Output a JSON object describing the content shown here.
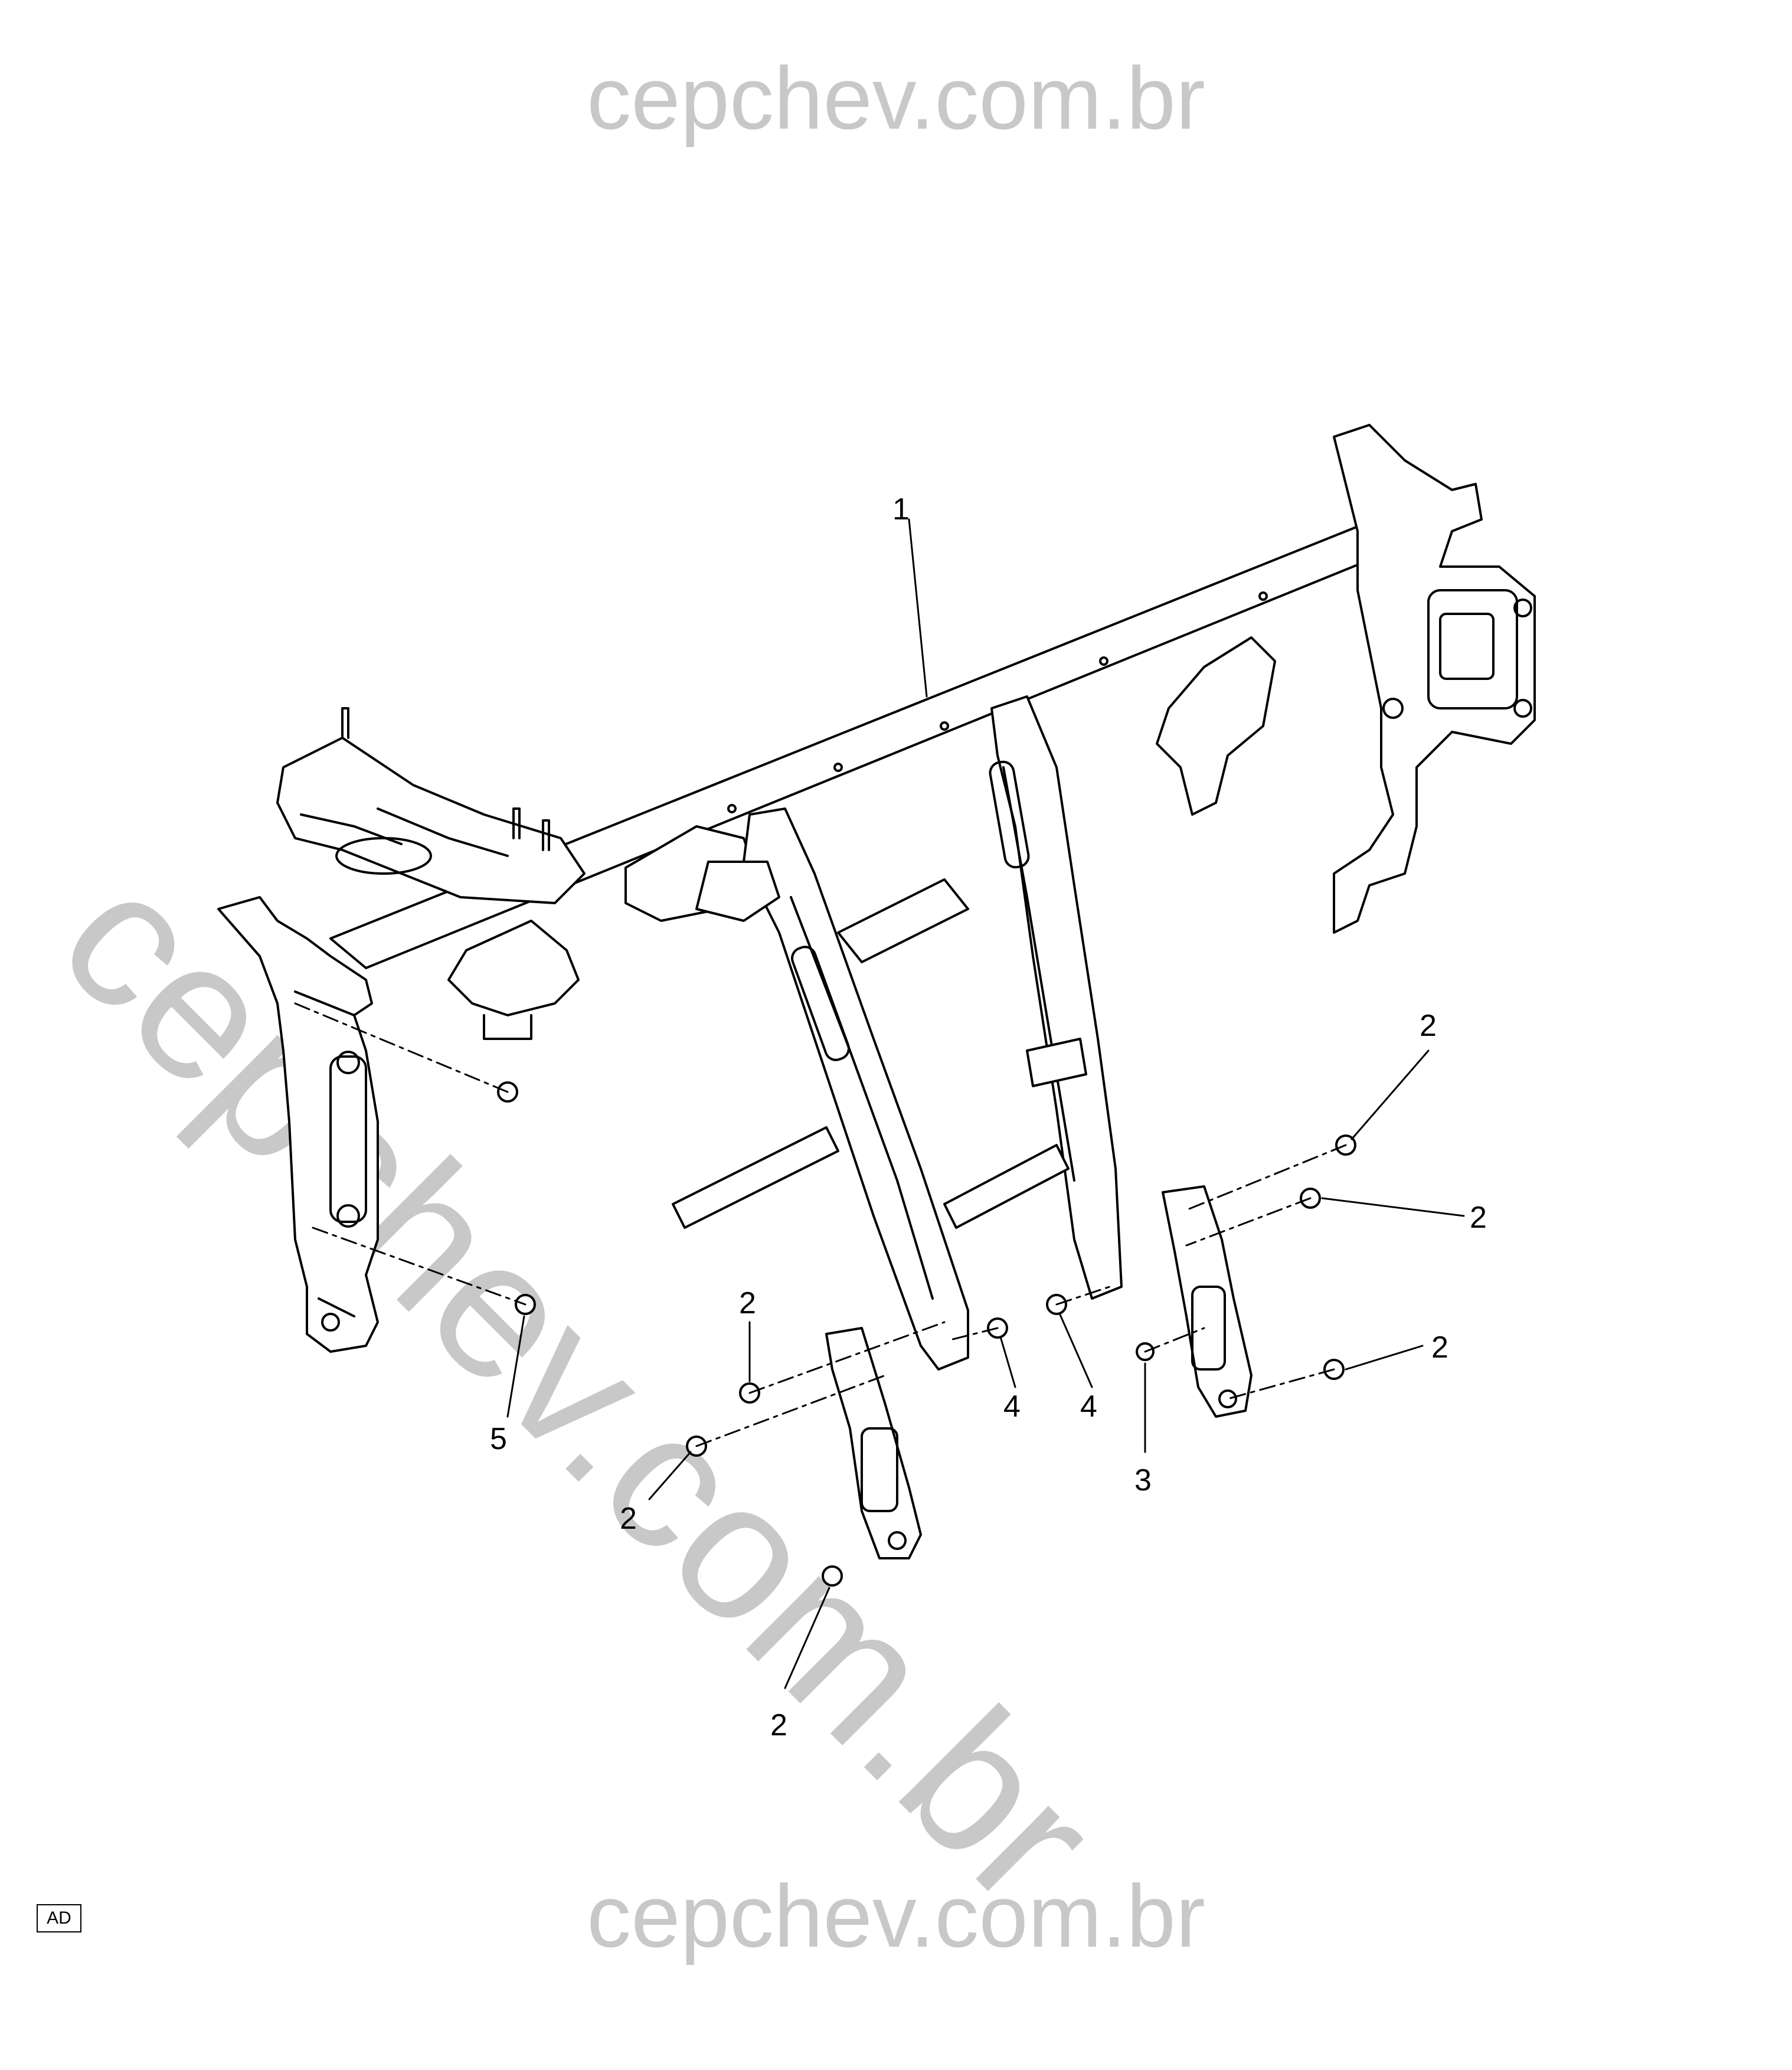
{
  "watermark": {
    "top": "cepchev.com.br",
    "diagonal": "cepchev.com.br",
    "bottom": "cepchev.com.br"
  },
  "corner_badge": "AD",
  "callouts": [
    {
      "id": "1",
      "label": "1"
    },
    {
      "id": "2a",
      "label": "2"
    },
    {
      "id": "2b",
      "label": "2"
    },
    {
      "id": "2c",
      "label": "2"
    },
    {
      "id": "2d",
      "label": "2"
    },
    {
      "id": "2e",
      "label": "2"
    },
    {
      "id": "2f",
      "label": "2"
    },
    {
      "id": "3",
      "label": "3"
    },
    {
      "id": "4a",
      "label": "4"
    },
    {
      "id": "4b",
      "label": "4"
    },
    {
      "id": "5",
      "label": "5"
    }
  ]
}
